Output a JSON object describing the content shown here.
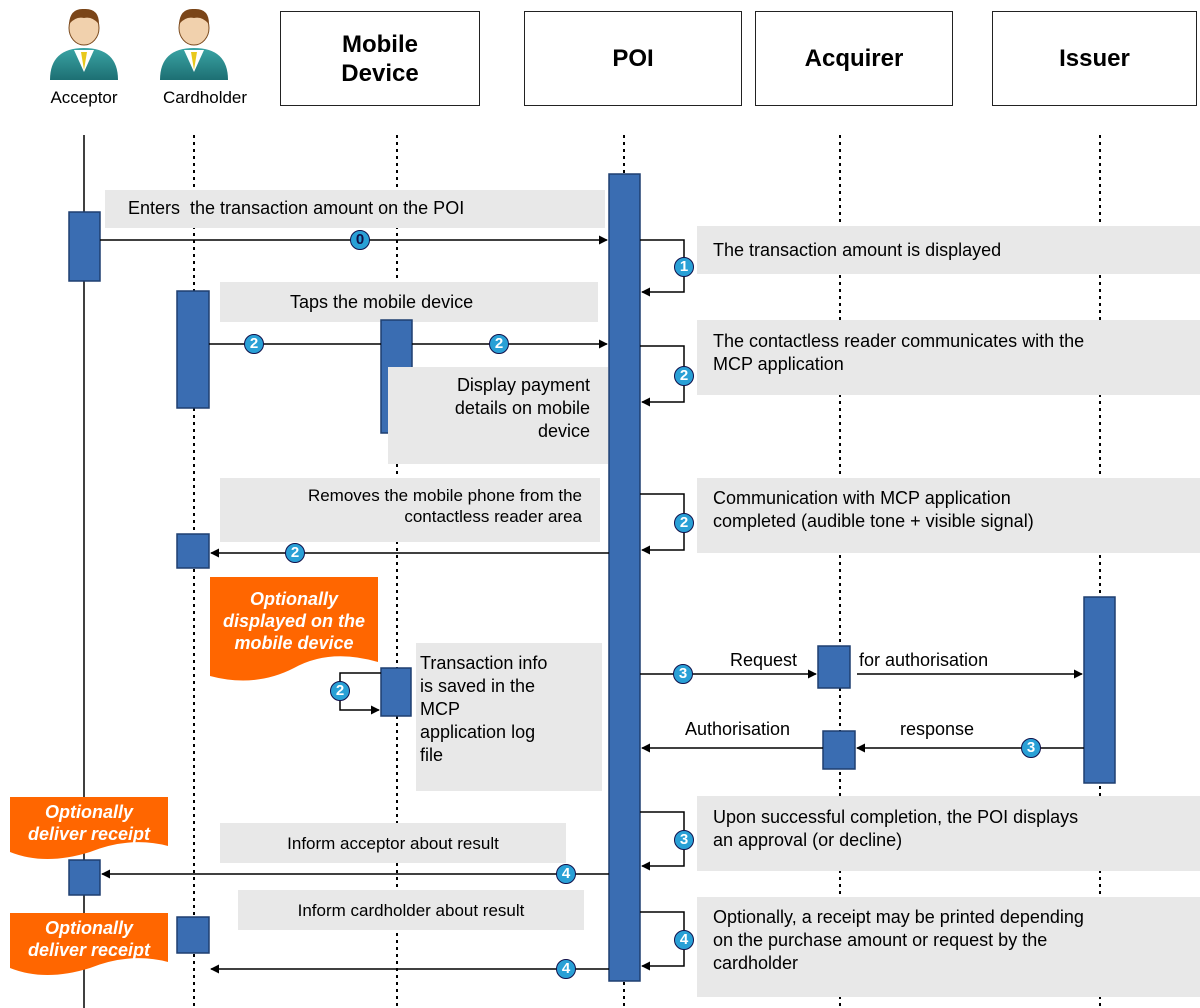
{
  "participants": {
    "acceptor": "Acceptor",
    "cardholder": "Cardholder",
    "mobile_device": "Mobile\nDevice",
    "poi": "POI",
    "acquirer": "Acquirer",
    "issuer": "Issuer"
  },
  "messages": {
    "m0": "Enters  the transaction amount on the POI",
    "m1": "The transaction amount is displayed",
    "m2_tap": "Taps the mobile device",
    "m2_reader": "The contactless reader communicates with the\nMCP application",
    "m2_display": "Display payment\ndetails on mobile\ndevice",
    "m2_removes": "Removes the mobile phone from the\ncontactless reader area",
    "m2_completed": "Communication with MCP application\ncompleted (audible tone + visible signal)",
    "m3_request": "Request",
    "m3_for_auth": "for authorisation",
    "m3_authorisation": "Authorisation",
    "m3_response": "response",
    "m2_saved": "Transaction info\nis saved in the\nMCP\napplication log\nfile",
    "m3_success": "Upon successful completion, the POI displays\nan approval (or decline)",
    "m4_acceptor": "Inform acceptor about result",
    "m4_cardholder": "Inform cardholder about result",
    "m4_receipt": "Optionally, a receipt may be printed depending\non the purchase amount or request by the\ncardholder"
  },
  "notes": {
    "optional_display": "Optionally\ndisplayed on the\nmobile device",
    "deliver_receipt_acceptor": "Optionally\ndeliver receipt",
    "deliver_receipt_cardholder": "Optionally\ndeliver receipt"
  },
  "steps": {
    "s0": "0",
    "s1": "1",
    "s2": "2",
    "s3": "3",
    "s4": "4"
  },
  "colors": {
    "activation": "#3a6db2",
    "step_circle": "#29a0d6",
    "note": "#ff6600",
    "label_box": "#e8e8e8"
  },
  "icons": {
    "acceptor": "person-icon",
    "cardholder": "person-icon"
  }
}
